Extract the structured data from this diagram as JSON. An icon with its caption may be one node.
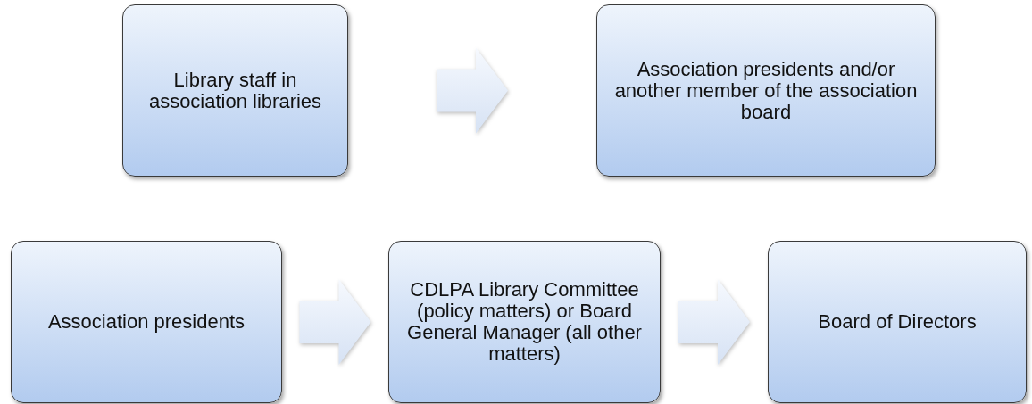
{
  "diagram": {
    "nodes": [
      {
        "text": [
          "Library staff in association libraries"
        ]
      },
      {
        "text": [
          "Association presidents and/or another member of the association board"
        ]
      },
      {
        "text": [
          "Association presidents"
        ]
      },
      {
        "text": [
          "CDLPA Library Committee (policy matters) or Board General Manager (all other matters)"
        ]
      },
      {
        "text": [
          "Board of Directors"
        ]
      }
    ],
    "edges": [
      {
        "from": 0,
        "to": 1,
        "arrow": "to"
      },
      {
        "from": 2,
        "to": 3,
        "arrow": "to"
      },
      {
        "from": 3,
        "to": 4,
        "arrow": "to"
      }
    ]
  }
}
